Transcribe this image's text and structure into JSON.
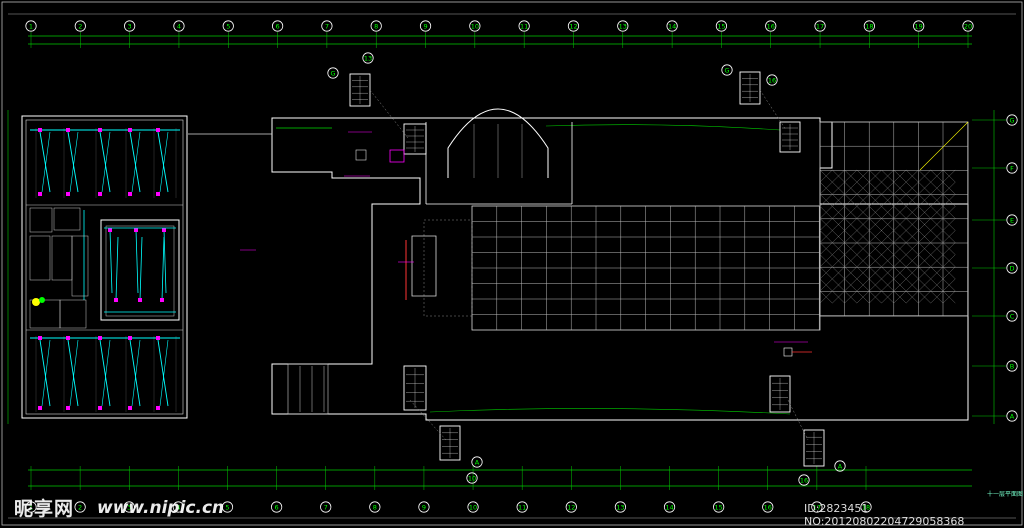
{
  "drawing": {
    "top_axis_labels": [
      "1",
      "2",
      "3",
      "4",
      "5",
      "6",
      "7",
      "8",
      "9",
      "10",
      "11",
      "12",
      "13",
      "14",
      "15",
      "16",
      "17",
      "18",
      "19",
      "20"
    ],
    "bottom_axis_labels": [
      "1",
      "2",
      "3",
      "4",
      "5",
      "6",
      "7",
      "8",
      "9",
      "10",
      "11",
      "12",
      "13",
      "14",
      "15",
      "16",
      "17",
      "18"
    ],
    "right_axis_labels": [
      "G",
      "F",
      "E",
      "D",
      "C",
      "B",
      "A"
    ],
    "callout_letters": [
      "G",
      "G",
      "A",
      "A"
    ],
    "sheet_title": "十一层平面图",
    "colors": {
      "background": "#000000",
      "line": "#ffffff",
      "grid": "#00d000",
      "cyan": "#00ffff",
      "magenta": "#ff00ff",
      "red": "#ff2020",
      "yellow": "#ffff00"
    }
  },
  "watermark": {
    "brand": "昵享网",
    "url": "www.nipic.cn",
    "image_id": "ID:2823451 NO:20120802204729058368"
  }
}
